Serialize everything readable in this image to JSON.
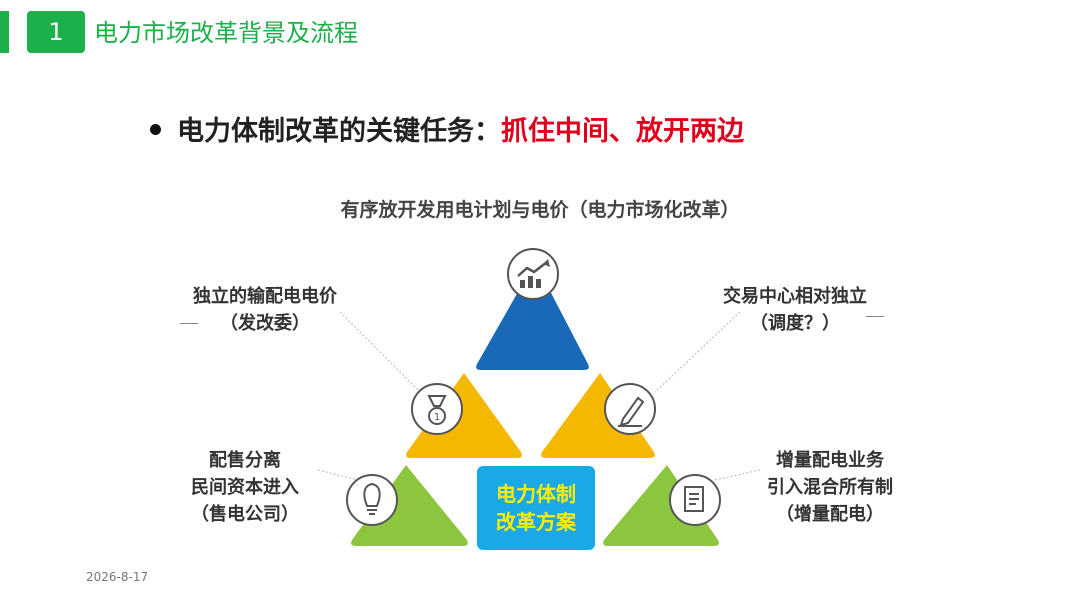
{
  "theme": {
    "green": "#1bb04a",
    "blue": "#1a68b8",
    "yellow": "#f5b800",
    "lime": "#8cc63f",
    "cyan": "#1aa9e6",
    "red": "#e0001b"
  },
  "header": {
    "number": "1",
    "title": "电力市场改革背景及流程"
  },
  "headline": {
    "text": "电力体制改革的关键任务：",
    "highlight": "抓住中间、放开两边"
  },
  "subtitle": "有序放开发用电计划与电价（电力市场化改革）",
  "labels": {
    "top_left": [
      "独立的输配电电价",
      "（发改委）"
    ],
    "top_right": [
      "交易中心相对独立",
      "（调度？）"
    ],
    "bottom_left": [
      "配售分离",
      "民间资本进入",
      "（售电公司）"
    ],
    "bottom_right": [
      "增量配电业务",
      "引入混合所有制",
      "（增量配电）"
    ]
  },
  "center": [
    "电力体制",
    "改革方案"
  ],
  "icons": [
    "chart-icon",
    "medal-icon",
    "pencil-icon",
    "lightbulb-icon",
    "document-icon"
  ],
  "footer": {
    "date": "2026-8-17"
  }
}
